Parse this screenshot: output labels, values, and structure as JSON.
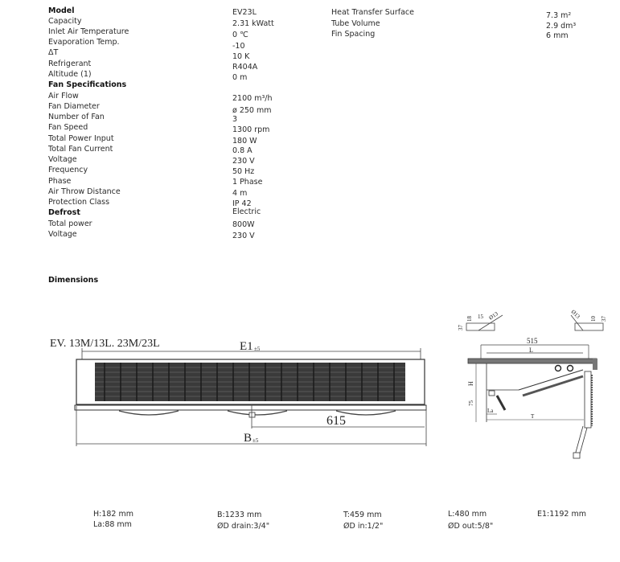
{
  "specs": {
    "rows": [
      {
        "label": "Model",
        "value": "EV23L",
        "bold": true
      },
      {
        "label": "Capacity",
        "value": "2.31 kWatt"
      },
      {
        "label": "Inlet Air Temperature",
        "value": "0 ℃"
      },
      {
        "label": "Evaporation Temp.",
        "value": "-10"
      },
      {
        "label": "ΔT",
        "value": "10 K"
      },
      {
        "label": "Refrigerant",
        "value": "R404A"
      },
      {
        "label": "Altitude (1)",
        "value": "0 m"
      },
      {
        "label": "Fan Specifications",
        "value": "",
        "bold": true
      },
      {
        "label": "Air Flow",
        "value": "2100 m³/h"
      },
      {
        "label": "Fan Diameter",
        "value": "ø 250 mm"
      },
      {
        "label": "Number of Fan",
        "value": "3"
      },
      {
        "label": "Fan Speed",
        "value": "1300 rpm"
      },
      {
        "label": "Total Power Input",
        "value": "180 W"
      },
      {
        "label": "Total Fan Current",
        "value": "0.8 A"
      },
      {
        "label": "Voltage",
        "value": "230 V"
      },
      {
        "label": "Frequency",
        "value": "50 Hz"
      },
      {
        "label": "Phase",
        "value": "1 Phase"
      },
      {
        "label": "Air Throw Distance",
        "value": "4 m"
      },
      {
        "label": "Protection Class",
        "value": "IP 42"
      },
      {
        "label": "Defrost",
        "value": "Electric",
        "bold": true
      },
      {
        "label": "Total power",
        "value": "800W"
      },
      {
        "label": "Voltage",
        "value": "230 V"
      }
    ],
    "right": [
      {
        "label": "Heat Transfer Surface",
        "value": "7.3 m²"
      },
      {
        "label": "Tube Volume",
        "value": "2.9 dm³"
      },
      {
        "label": "Fin Spacing",
        "value": "6 mm"
      }
    ]
  },
  "dimensions": {
    "heading": "Dimensions",
    "drawing": {
      "model_caption": "EV. 13M/13L. 23M/23L",
      "e1_label": "E1",
      "b_label": "B",
      "tolerance": "±5",
      "offset_615": "615",
      "side_width": "515",
      "side_L": "L",
      "side_H": "H",
      "side_75": "75",
      "side_La": "La",
      "side_T": "T",
      "detail_left": [
        "37",
        "18",
        "15",
        "Ø13"
      ],
      "detail_right": [
        "Ø13",
        "10",
        "37"
      ]
    },
    "values": [
      {
        "line1": "H:182 mm",
        "line2": "La:88 mm"
      },
      {
        "line1": "B:1233 mm",
        "line2": "ØD drain:3/4\""
      },
      {
        "line1": "T:459 mm",
        "line2": "ØD in:1/2\""
      },
      {
        "line1": "L:480 mm",
        "line2": "ØD out:5/8\""
      },
      {
        "line1": "E1:1192 mm",
        "line2": ""
      }
    ]
  }
}
